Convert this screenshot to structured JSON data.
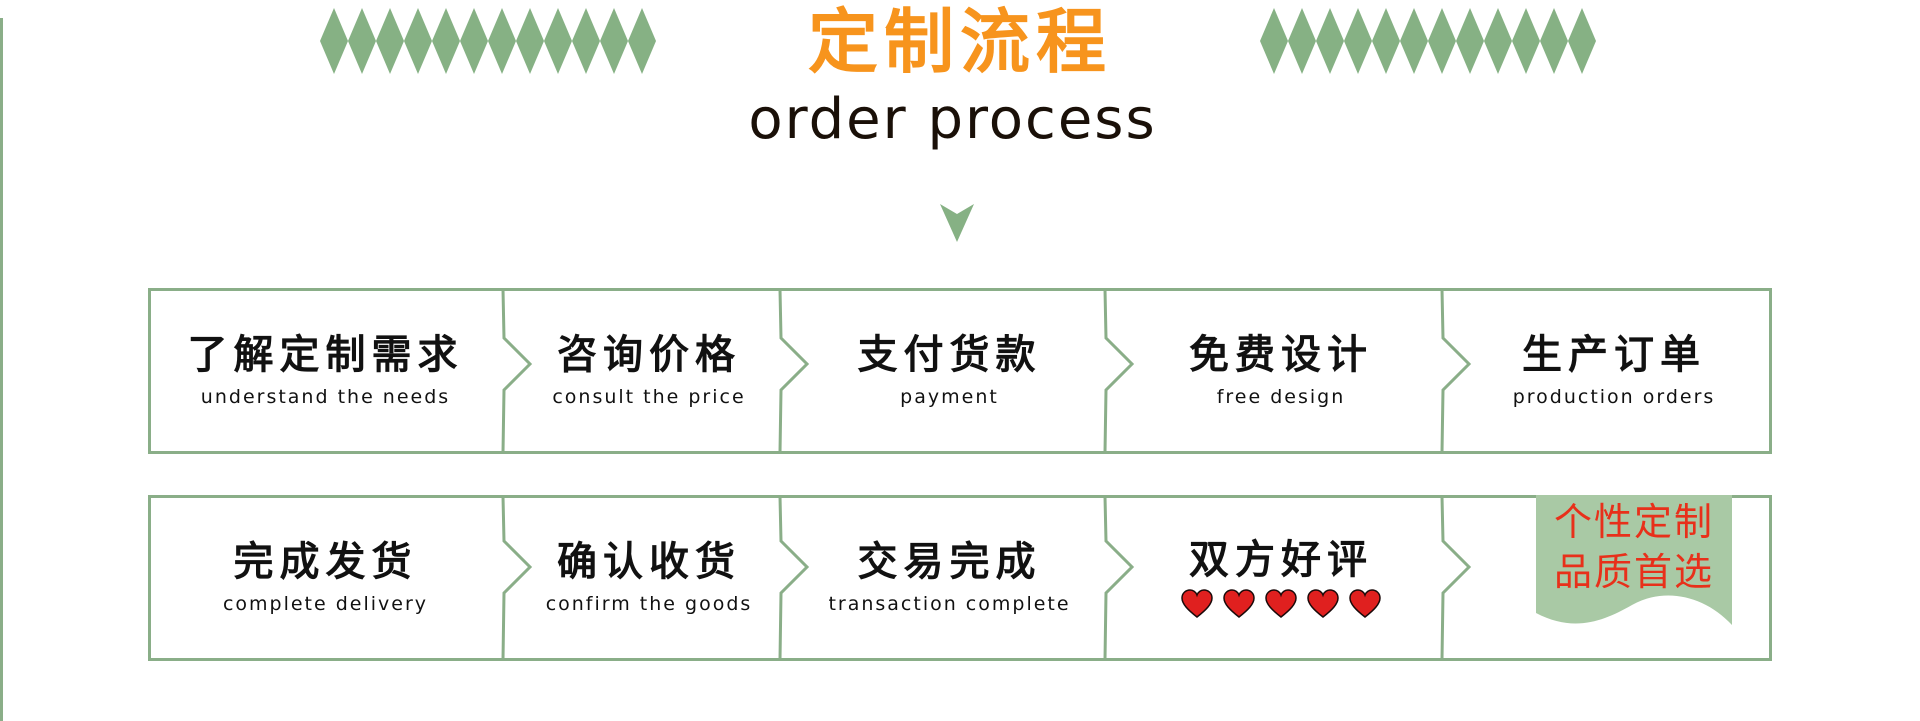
{
  "header": {
    "title_cn": "定制流程",
    "title_en": "order process"
  },
  "colors": {
    "accent_orange": "#f7941d",
    "frame_green": "#8aae88",
    "diamond_green": "#86b184",
    "badge_fill": "#a9c9a5",
    "badge_text_red": "#e8301a",
    "heart_red": "#e0201f"
  },
  "icons": {
    "divider": "diamond-pattern-icon",
    "down_arrow": "triangle-down-icon",
    "step_separator": "chevron-right-icon",
    "rating": "heart-icon"
  },
  "row1": [
    {
      "cn": "了解定制需求",
      "en": "understand the needs"
    },
    {
      "cn": "咨询价格",
      "en": "consult the price"
    },
    {
      "cn": "支付货款",
      "en": "payment"
    },
    {
      "cn": "免费设计",
      "en": "free design"
    },
    {
      "cn": "生产订单",
      "en": "production orders"
    }
  ],
  "row2": [
    {
      "cn": "完成发货",
      "en": "complete delivery"
    },
    {
      "cn": "确认收货",
      "en": "confirm the goods"
    },
    {
      "cn": "交易完成",
      "en": "transaction complete"
    },
    {
      "cn": "双方好评",
      "rating": 5
    }
  ],
  "badge": {
    "line1": "个性定制",
    "line2": "品质首选"
  }
}
